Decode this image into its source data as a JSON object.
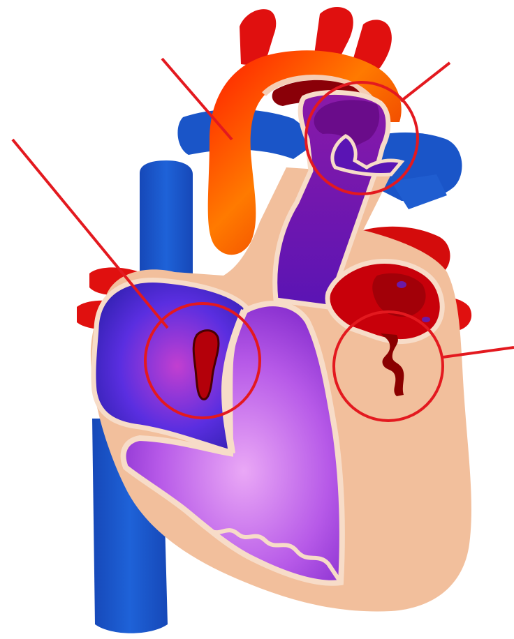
{
  "diagram": {
    "labels": [],
    "colors": {
      "background": "#ffffff",
      "vena_cava": "#1a55c8",
      "vena_cava_dark": "#0d3a9a",
      "aorta_red": "#e0100f",
      "aorta_orange": "#ff8a00",
      "pulmonary_red": "#cc0a0a",
      "heart_tissue": "#f2bf9c",
      "heart_outline": "#f7dcc8",
      "right_atrium_blue": "#3a2fd8",
      "right_ventricle_violet": "#c267ec",
      "mixed_purple": "#6a16b8",
      "left_atrium_red": "#b4000a",
      "defect_dark": "#8a0000",
      "marker_red": "#e3191f"
    },
    "markers": [
      {
        "name": "ductus-arteriosus-marker",
        "shape": "circle-with-pointer"
      },
      {
        "name": "septal-defect-marker",
        "shape": "circle-with-pointer"
      },
      {
        "name": "mitral-valve-marker",
        "shape": "circle-with-pointer"
      }
    ],
    "pointer_lines": [
      {
        "name": "aorta-pointer-line"
      },
      {
        "name": "atrium-pointer-line"
      },
      {
        "name": "valve-pointer-line"
      },
      {
        "name": "pulmonary-pointer-line"
      }
    ]
  }
}
